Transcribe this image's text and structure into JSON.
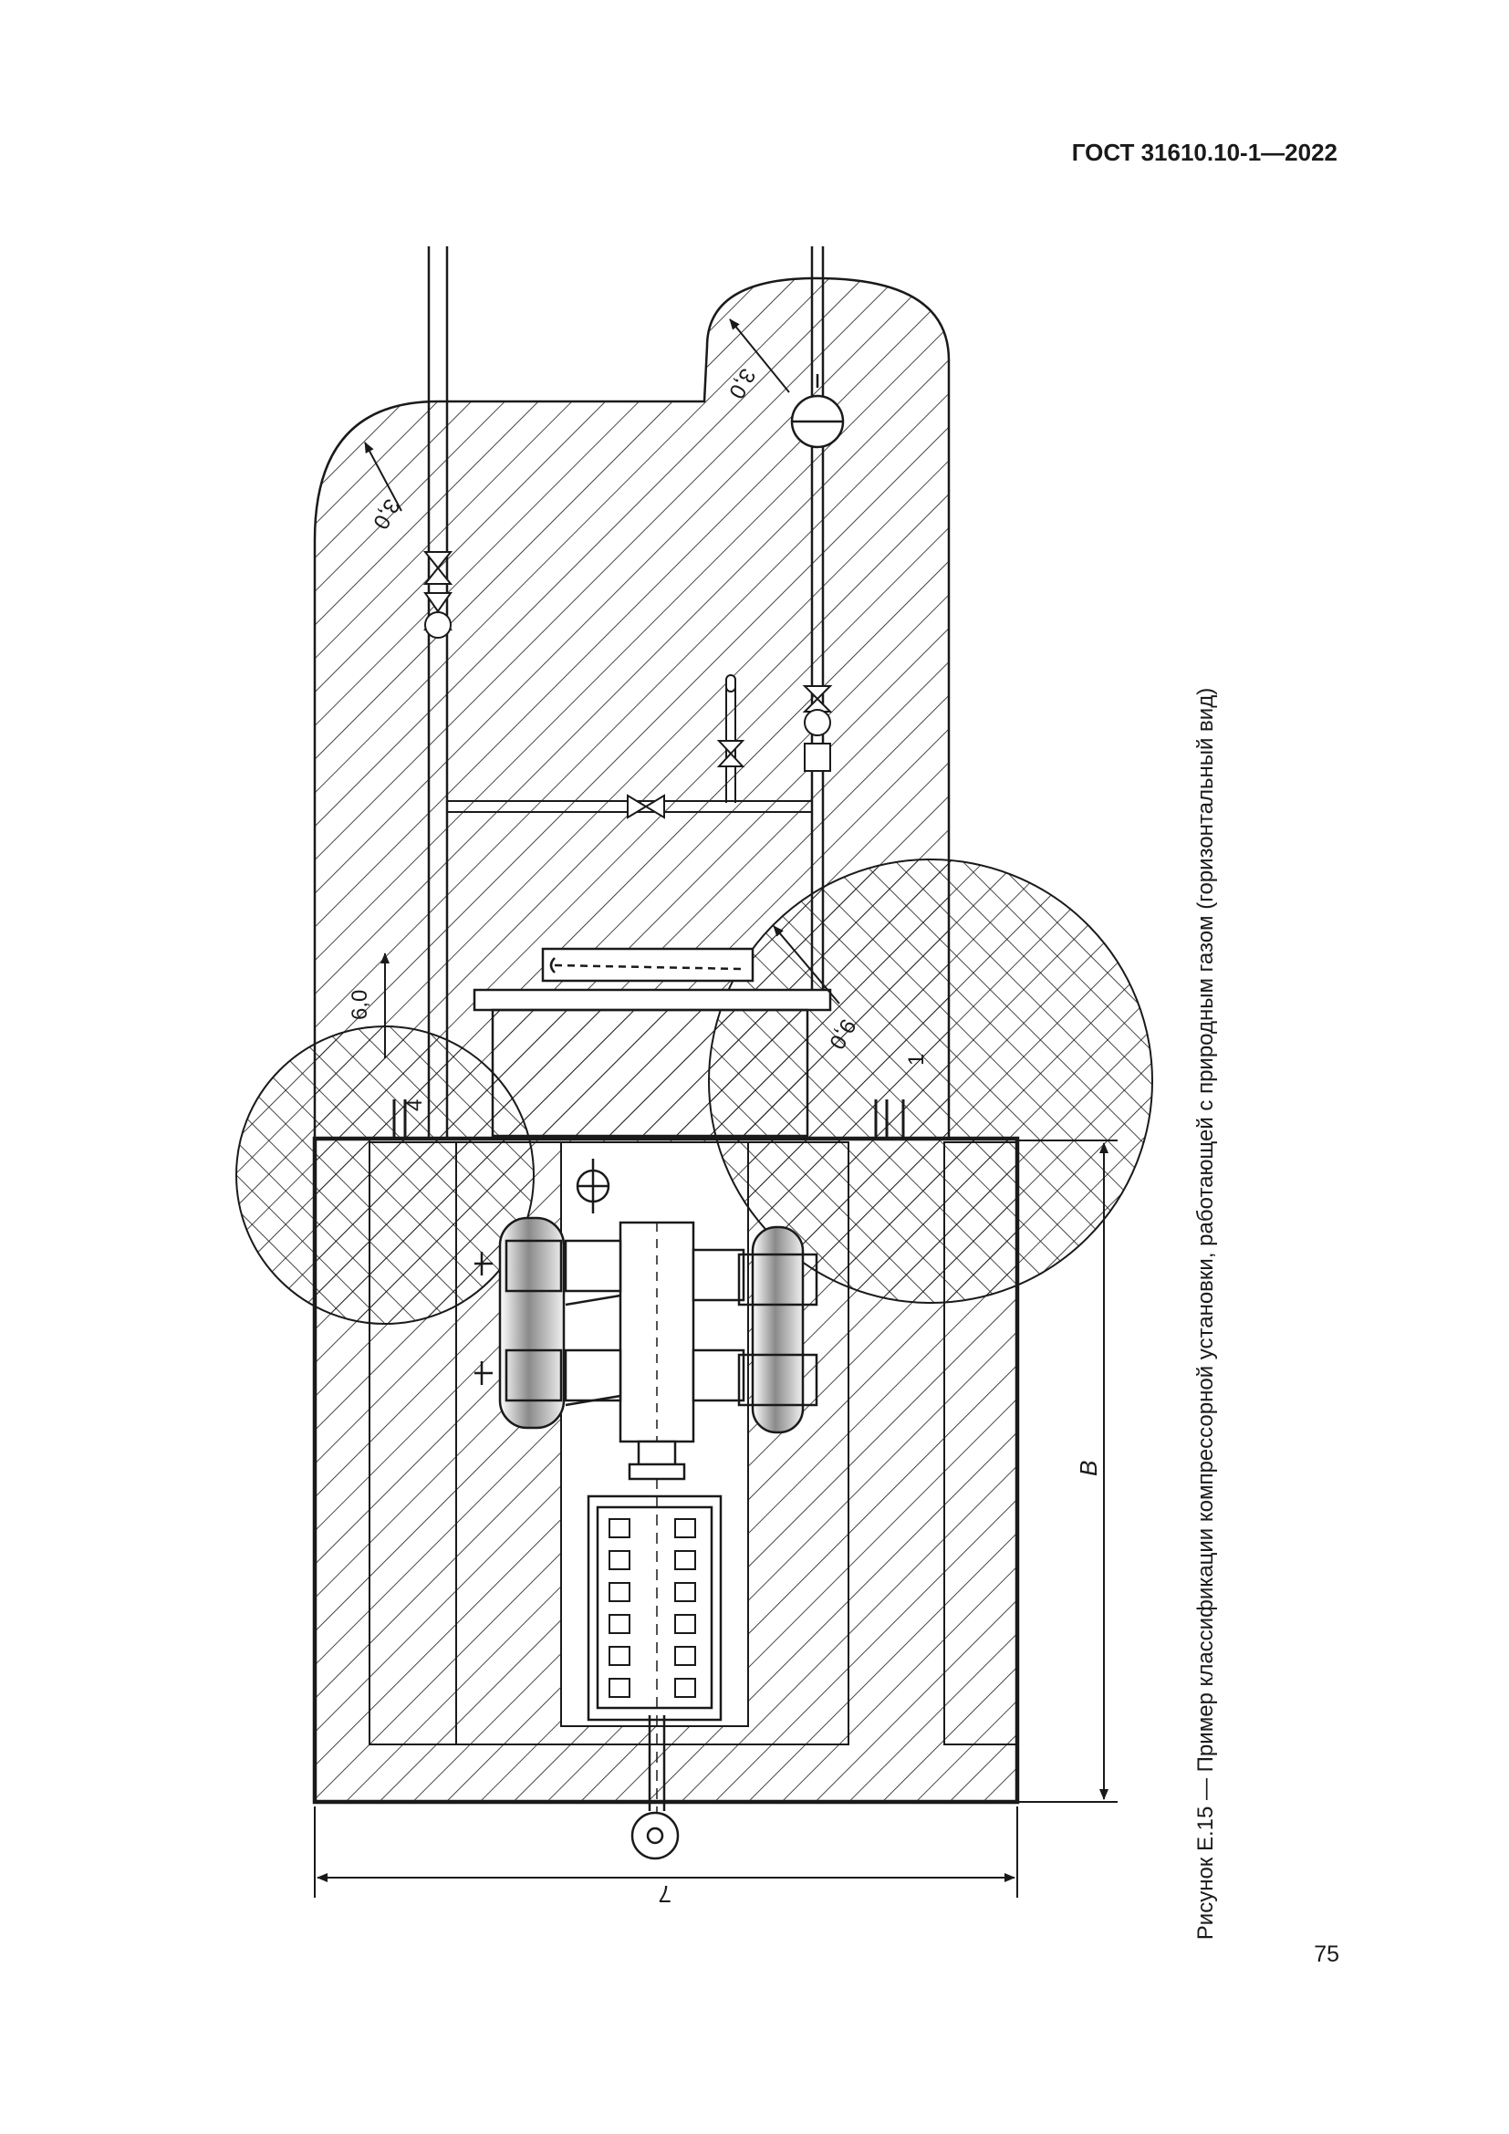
{
  "header": {
    "standard": "ГОСТ 31610.10-1—2022"
  },
  "figure": {
    "caption": "Рисунок Е.15 — Пример классификации компрессорной установки, работающей с природным газом (горизонтальный вид)",
    "labels": {
      "dist_top_left": "3,0",
      "dist_top_right": "3,0",
      "dist_left_circle": "6,0",
      "dist_right_circle": "9,0",
      "item_4": "4",
      "item_1": "1",
      "dim_width": "7",
      "dim_height": "B"
    }
  },
  "footer": {
    "page_number": "75"
  },
  "colors": {
    "ink": "#1a1a1a",
    "background": "#ffffff"
  }
}
